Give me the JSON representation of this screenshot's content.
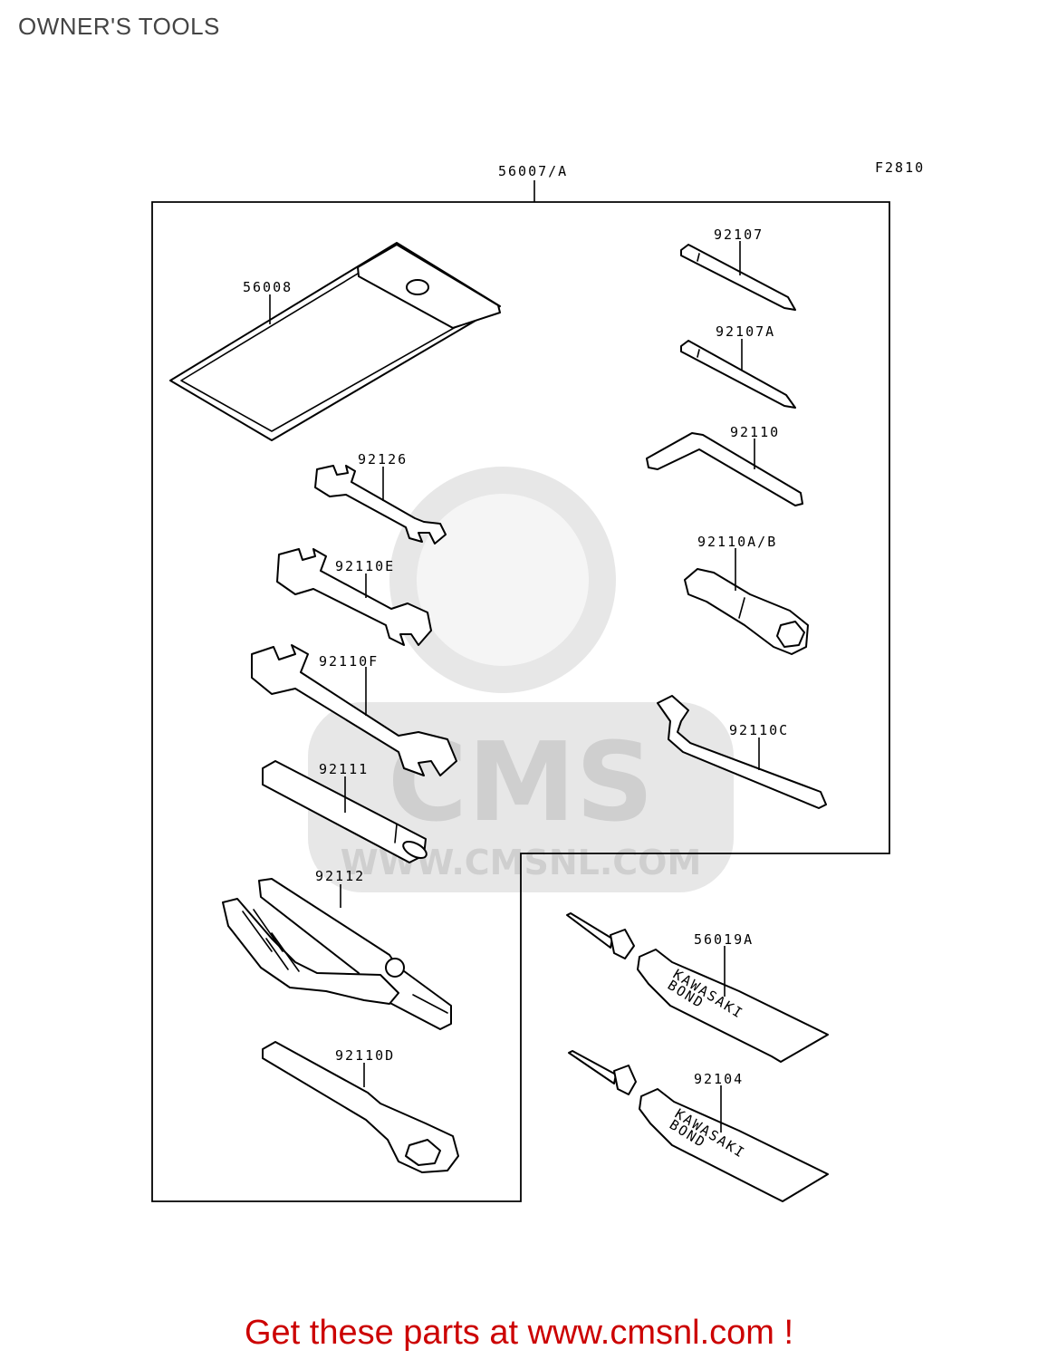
{
  "header": {
    "title": "OWNER'S TOOLS"
  },
  "figure_code": "F2810",
  "assembly_label": "56007/A",
  "parts": [
    {
      "id": "56008"
    },
    {
      "id": "92126"
    },
    {
      "id": "92110E"
    },
    {
      "id": "92110F"
    },
    {
      "id": "92111"
    },
    {
      "id": "92112"
    },
    {
      "id": "92110D"
    },
    {
      "id": "92107"
    },
    {
      "id": "92107A"
    },
    {
      "id": "92110"
    },
    {
      "id": "92110A/B"
    },
    {
      "id": "92110C"
    },
    {
      "id": "56019A"
    },
    {
      "id": "92104"
    }
  ],
  "tube_print": {
    "line1": "KAWASAKI",
    "line2": "BOND"
  },
  "watermark": {
    "logo_text": "CMS",
    "url_text": "WWW.CMSNL.COM"
  },
  "footer": {
    "text": "Get these parts at www.cmsnl.com !"
  }
}
